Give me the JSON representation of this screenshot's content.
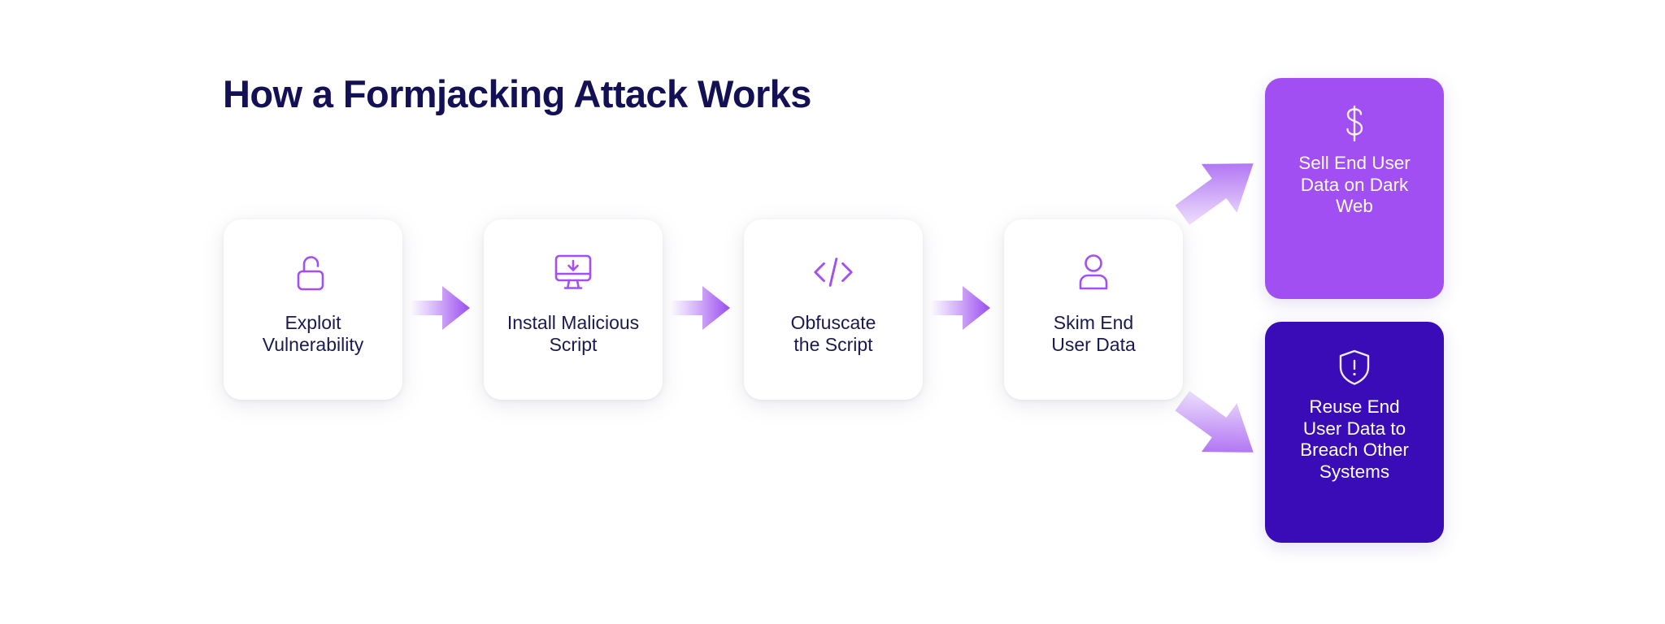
{
  "page": {
    "title": "How a Formjacking Attack Works",
    "background_color": "#ffffff",
    "title_color": "#131055"
  },
  "colors": {
    "accent_purple": "#9b4df0",
    "icon_purple": "#a24ff5",
    "outcome_light": "#a14ff2",
    "outcome_dark": "#3a0cb8",
    "card_text": "#1b1a4e",
    "card_background": "#ffffff"
  },
  "steps": [
    {
      "label": "Exploit\nVulnerability",
      "icon": "unlock-icon"
    },
    {
      "label": "Install Malicious\nScript",
      "icon": "monitor-download-icon"
    },
    {
      "label": "Obfuscate\nthe Script",
      "icon": "code-brackets-icon"
    },
    {
      "label": "Skim End\nUser Data",
      "icon": "user-icon"
    }
  ],
  "outcomes": [
    {
      "label": "Sell End User\nData on Dark\nWeb",
      "icon": "dollar-sign-icon",
      "color": "#a14ff2"
    },
    {
      "label": "Reuse End\nUser Data to\nBreach Other\nSystems",
      "icon": "shield-alert-icon",
      "color": "#3a0cb8"
    }
  ],
  "arrows": [
    {
      "name": "arrow-step-1-to-2",
      "direction": "right"
    },
    {
      "name": "arrow-step-2-to-3",
      "direction": "right"
    },
    {
      "name": "arrow-step-3-to-4",
      "direction": "right"
    },
    {
      "name": "arrow-to-sell-data",
      "direction": "up-right"
    },
    {
      "name": "arrow-to-reuse-data",
      "direction": "down-right"
    }
  ]
}
